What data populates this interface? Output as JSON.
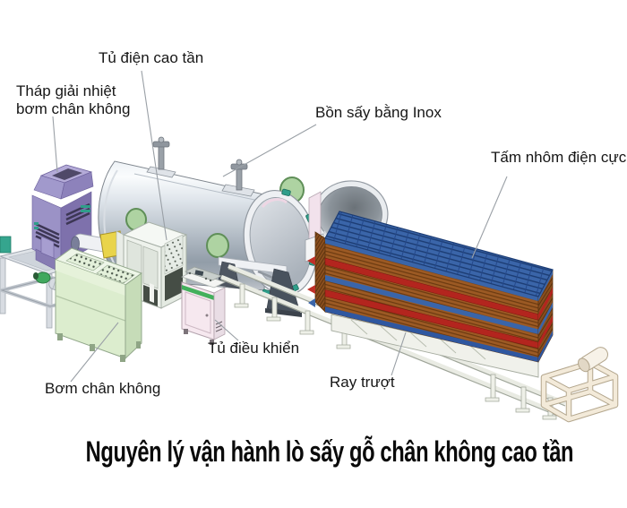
{
  "title": "Nguyên lý vận hành lò sấy gỗ chân không cao tần",
  "labels": {
    "cooling_tower": "Tháp giải nhiệt bơm chân không",
    "hf_cabinet": "Tủ điện cao tần",
    "tank": "Bồn sấy bằng Inox",
    "electrode_plate": "Tấm nhôm điện cực",
    "control_cabinet": "Tủ điều khiển",
    "vacuum_pump": "Bơm chân không",
    "slide_rail": "Ray trượt"
  },
  "palette": {
    "background": "#ffffff",
    "text": "#161616",
    "leader_line": "#9aa0a6",
    "tank_silver": "#c2cad3",
    "porthole_green": "#aed3a2",
    "electrode_blue": "#3a65a9",
    "wood_brown": "#9c5a24",
    "separator_red": "#b3251e",
    "tower_purple": "#9b92c6",
    "pump_green": "#dcedce",
    "control_pink": "#f6e8ef",
    "cart_beige": "#f3ead9",
    "teal_accent": "#2f9e8a"
  }
}
